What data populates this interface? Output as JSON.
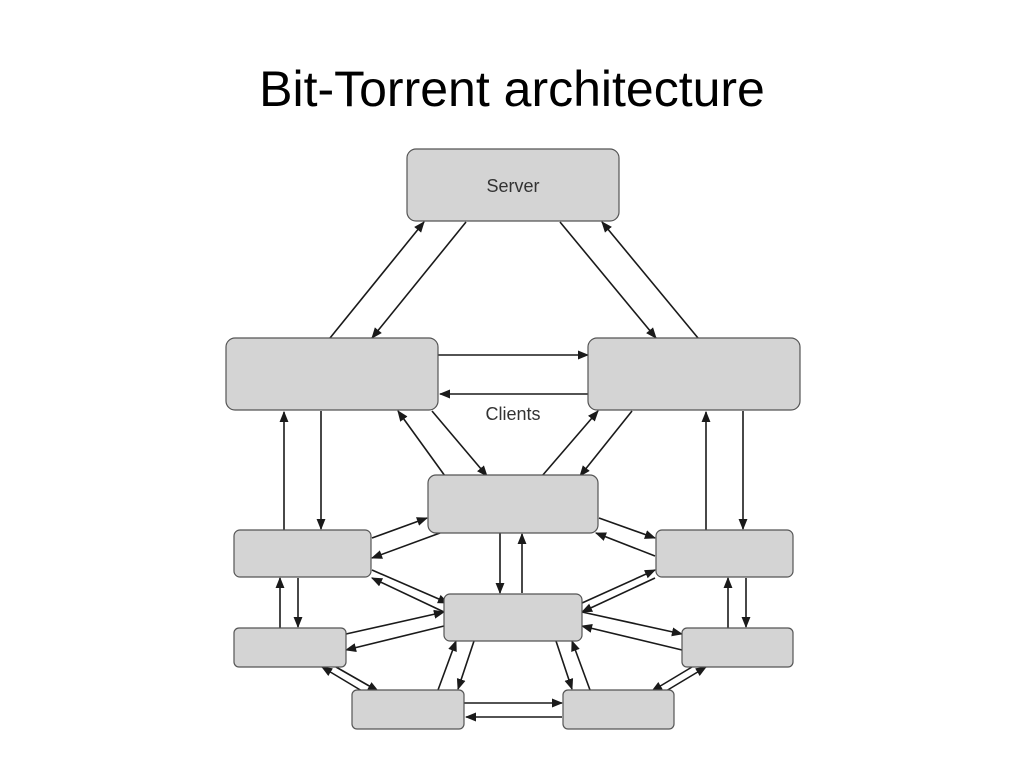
{
  "slide": {
    "title": "Bit-Torrent architecture"
  },
  "diagram": {
    "server_label": "Server",
    "clients_label": "Clients"
  }
}
